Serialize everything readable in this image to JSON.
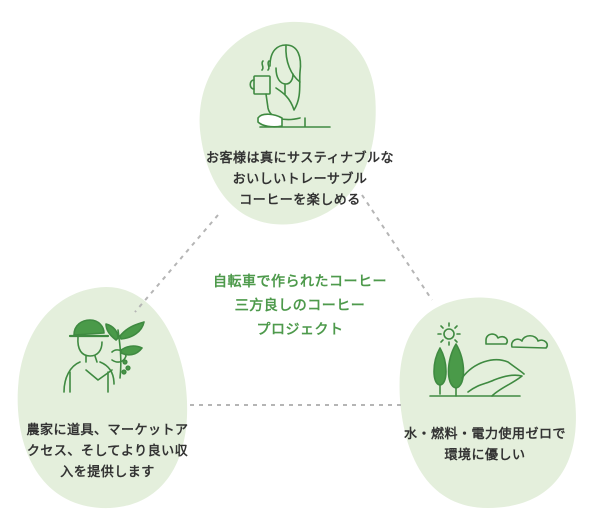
{
  "center": {
    "lines": [
      "自転車で作られたコーヒー",
      "三方良しのコーヒー",
      "プロジェクト"
    ]
  },
  "top_node": {
    "icon": "woman-drinking-coffee-icon",
    "lines": [
      "お客様は真にサスティナブルな",
      "おいしいトレーサブル",
      "コーヒーを楽しめる"
    ]
  },
  "left_node": {
    "icon": "farmer-with-coffee-plant-icon",
    "lines": [
      "農家に道具、マーケットア",
      "クセス、そしてより良い収",
      "入を提供します"
    ]
  },
  "right_node": {
    "icon": "nature-landscape-icon",
    "lines": [
      "水・燃料・電力使用ゼロで",
      "環境に優しい"
    ]
  },
  "colors": {
    "blob": "#e4efdc",
    "icon_line": "#3f8a41",
    "icon_fill": "#4a9a49",
    "accent_text": "#4e9a4c",
    "body_text": "#333333",
    "connector": "#b5b5b5"
  }
}
